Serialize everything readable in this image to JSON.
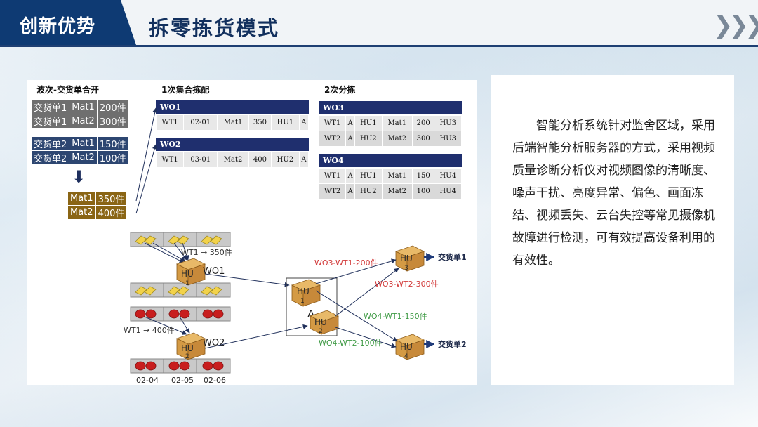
{
  "header": {
    "tag": "创新优势",
    "title": "拆零拣货模式",
    "chevrons": "❯❯❯"
  },
  "figure": {
    "sections": {
      "wave": "波次-交货单合开",
      "first": "1次集合拣配",
      "second": "2次分拣"
    },
    "delivery_groups": [
      {
        "style": "gray",
        "rows": [
          [
            "交货单1",
            "Mat1",
            "200件"
          ],
          [
            "交货单1",
            "Mat2",
            "300件"
          ]
        ]
      },
      {
        "style": "navy",
        "rows": [
          [
            "交货单2",
            "Mat1",
            "150件"
          ],
          [
            "交货单2",
            "Mat2",
            "100件"
          ]
        ]
      }
    ],
    "merged_rows": [
      [
        "Mat1",
        "350件"
      ],
      [
        "Mat2",
        "400件"
      ]
    ],
    "wave_arrow": "⬇",
    "first_pick": [
      {
        "title": "WO1",
        "rows": [
          [
            "WT1",
            "02-01",
            "Mat1",
            "350",
            "HU1",
            "A"
          ]
        ]
      },
      {
        "title": "WO2",
        "rows": [
          [
            "WT1",
            "03-01",
            "Mat2",
            "400",
            "HU2",
            "A"
          ]
        ]
      }
    ],
    "second_pick": [
      {
        "title": "WO3",
        "rows": [
          [
            "WT1",
            "A",
            "HU1",
            "Mat1",
            "200",
            "HU3"
          ],
          [
            "WT2",
            "A",
            "HU2",
            "Mat2",
            "300",
            "HU3"
          ]
        ]
      },
      {
        "title": "WO4",
        "rows": [
          [
            "WT1",
            "A",
            "HU1",
            "Mat1",
            "150",
            "HU4"
          ],
          [
            "WT2",
            "A",
            "HU2",
            "Mat2",
            "100",
            "HU4"
          ]
        ]
      }
    ],
    "diagram": {
      "wt_label_1": "WT1 → 350件",
      "wt_label_2": "WT1 → 400件",
      "wo1": "WO1",
      "wo2": "WO2",
      "area_label": "A",
      "box_hu1": "HU",
      "box_hu1_num": "1",
      "box_hu2": "HU",
      "box_hu2_num": "2",
      "box_a1": "HU",
      "box_a1_num": "1",
      "box_a2": "HU",
      "box_a2_num": "2",
      "box_hu3": "HU",
      "box_hu3_num": "3",
      "box_hu4": "HU",
      "box_hu4_num": "4",
      "flow_wo3_wt1": "WO3-WT1-200件",
      "flow_wo3_wt2": "WO3-WT2-300件",
      "flow_wo4_wt1": "WO4-WT1-150件",
      "flow_wo4_wt2": "WO4-WT2-100件",
      "delivery1": "交货单1",
      "delivery2": "交货单2",
      "bin_labels": [
        "02-04",
        "02-05",
        "02-06"
      ],
      "colors": {
        "yellow_item": "#f2d24a",
        "red_item": "#c81e1e",
        "box": "#d8a14a",
        "red_text": "#d23a3a",
        "green_text": "#3f9a45"
      }
    }
  },
  "description": "智能分析系统针对监舍区域，采用后端智能分析服务器的方式，采用视频质量诊断分析仪对视频图像的清晰度、噪声干扰、亮度异常、偏色、画面冻结、视频丢失、云台失控等常见摄像机故障进行检测，可有效提高设备利用的有效性。"
}
